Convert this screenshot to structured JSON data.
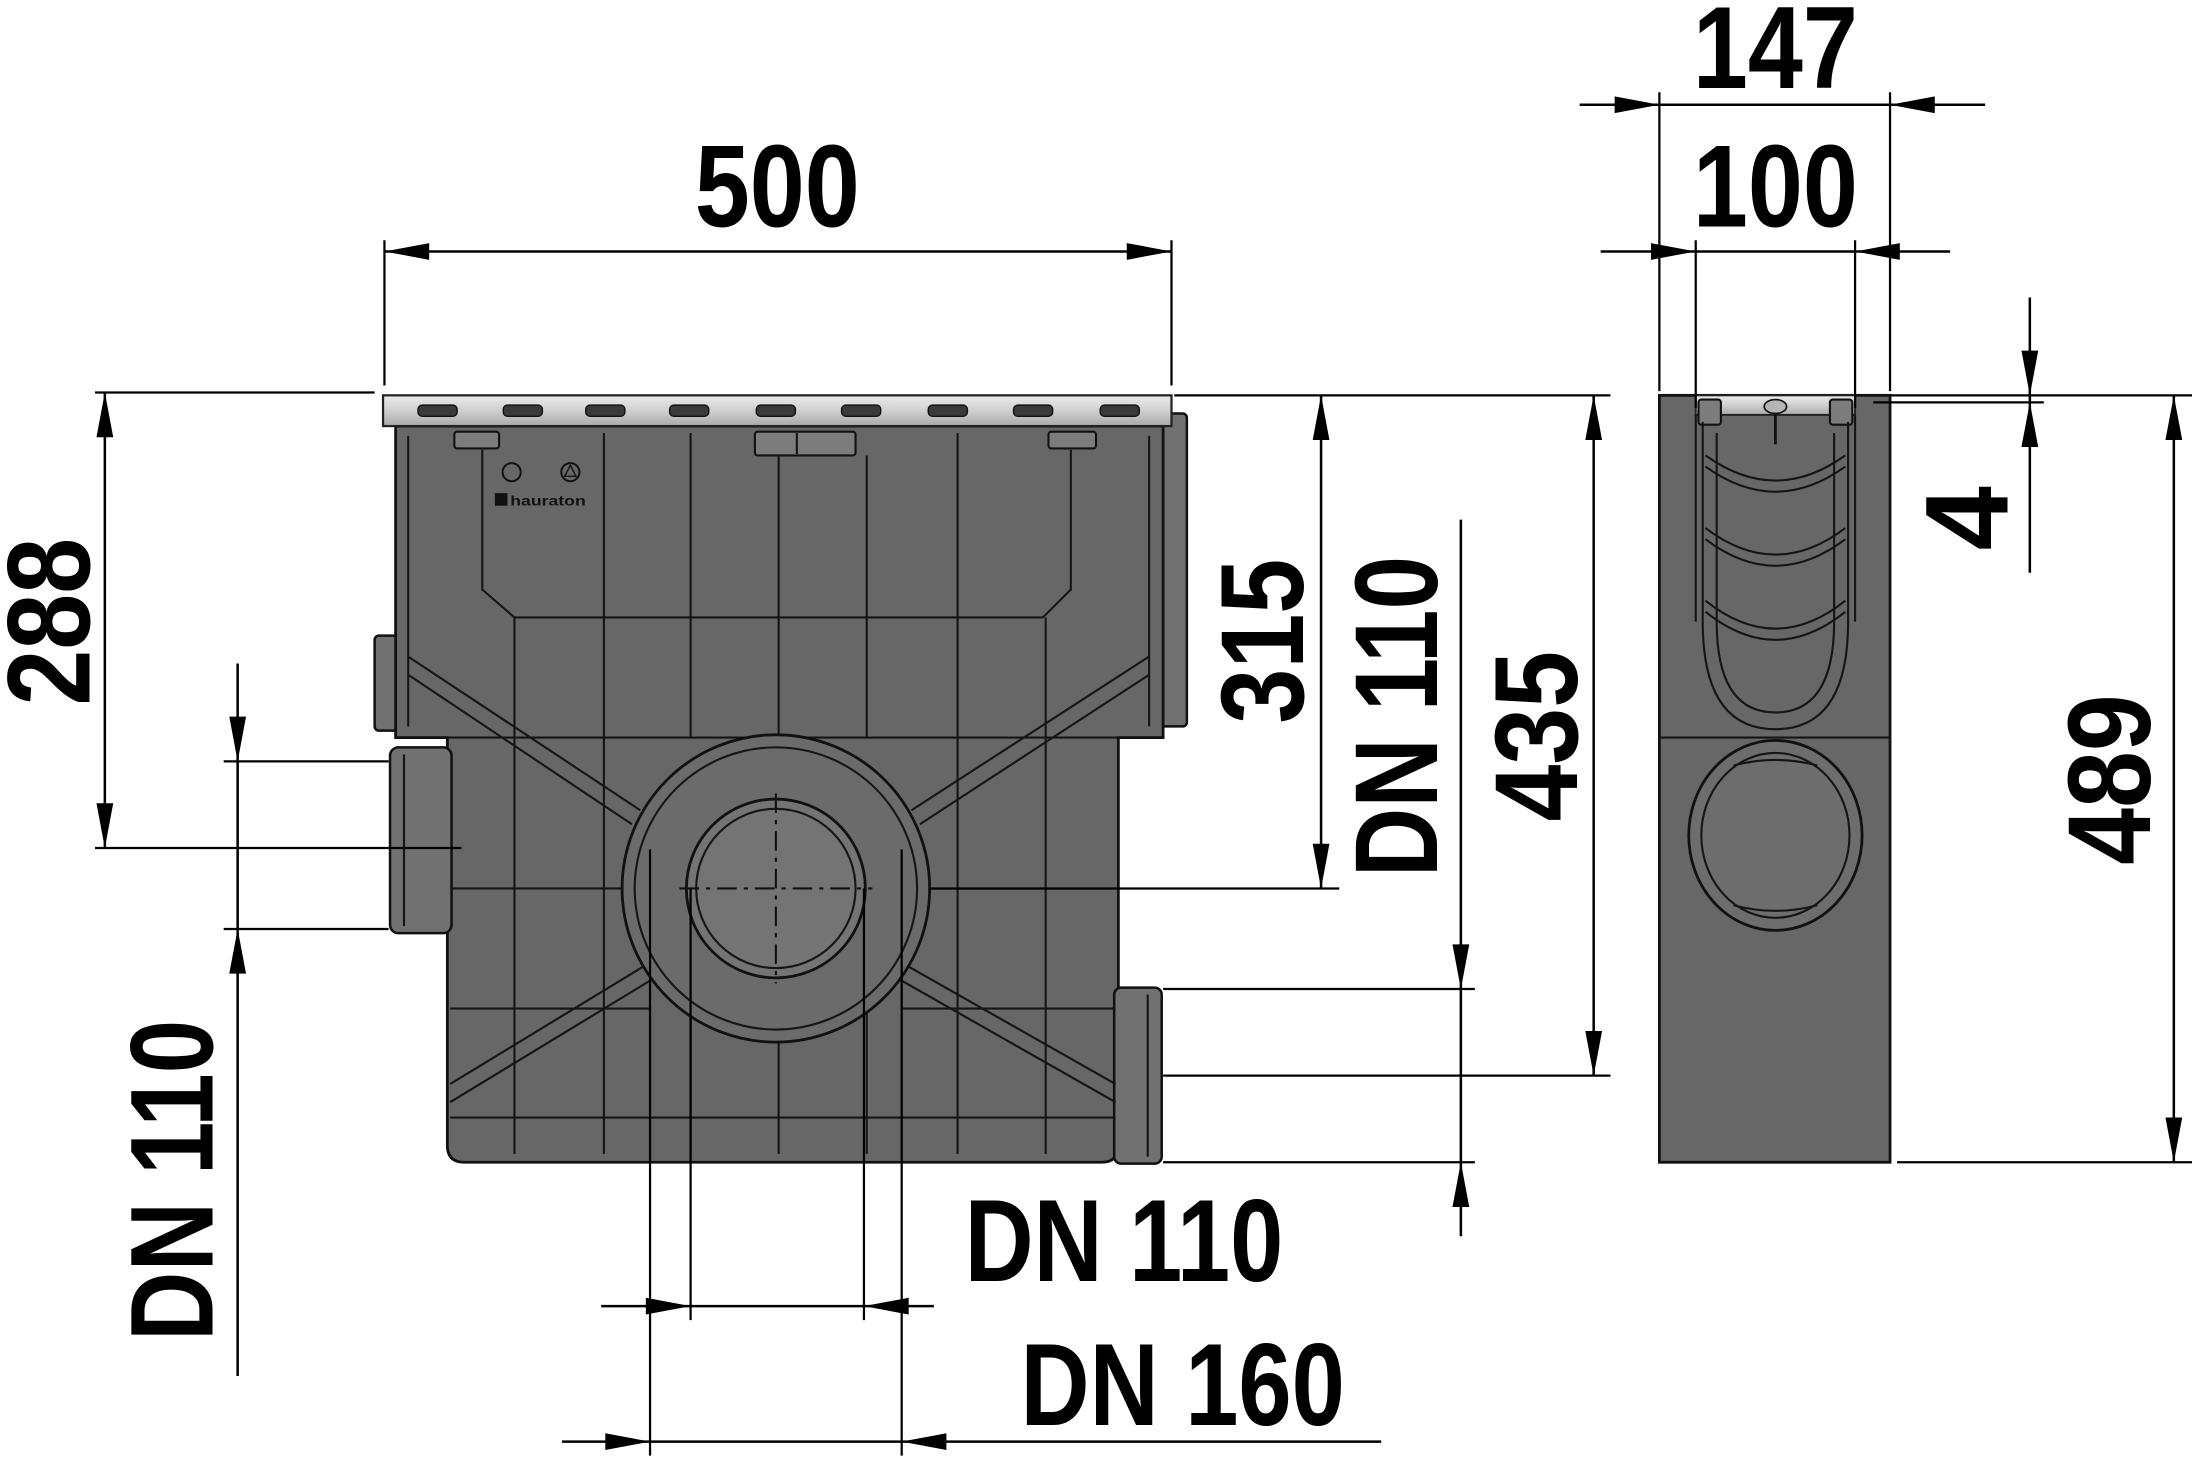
{
  "front_view": {
    "logo_text": "hauraton",
    "dimensions": {
      "top_width": "500",
      "left_height": "288",
      "right_depth": "315",
      "overall_height": "435",
      "left_outlet": "DN 110",
      "right_outlet": "DN 110",
      "bottom_outlet_inner": "DN 110",
      "bottom_outlet_outer": "DN 160"
    }
  },
  "side_view": {
    "dimensions": {
      "outer_width": "147",
      "inner_width": "100",
      "grate_recess": "4",
      "overall_height": "489"
    }
  }
}
